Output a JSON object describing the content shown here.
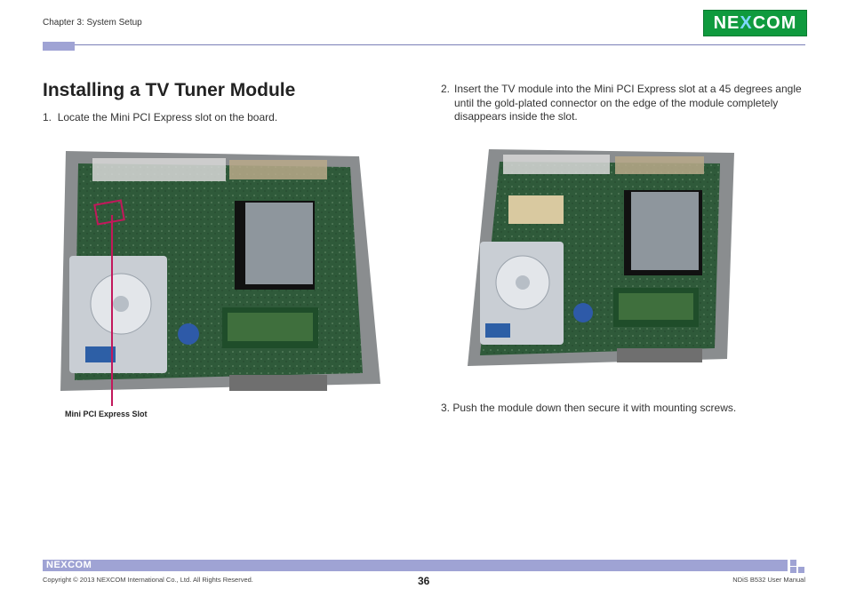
{
  "header": {
    "chapter": "Chapter 3: System Setup",
    "logo_text_a": "NE",
    "logo_text_x": "X",
    "logo_text_b": "COM"
  },
  "title": "Installing a TV Tuner Module",
  "steps": [
    {
      "num": "1.",
      "text": "Locate the Mini PCI Express slot on the board."
    },
    {
      "num": "2.",
      "text": "Insert the TV module into the Mini PCI Express slot at a 45 degrees angle until the gold-plated connector on the edge of the module completely disappears inside the slot."
    },
    {
      "num": "3.",
      "text": "Push the module down then secure it with mounting screws."
    }
  ],
  "callout": "Mini PCI Express Slot",
  "footer": {
    "logo": "NEXCOM",
    "copyright": "Copyright © 2013 NEXCOM International Co., Ltd. All Rights Reserved.",
    "page": "36",
    "manual": "NDiS B532 User Manual"
  },
  "colors": {
    "accent": "#9fa3d4",
    "logo_green": "#0f9a3e",
    "callout": "#c2185b"
  }
}
